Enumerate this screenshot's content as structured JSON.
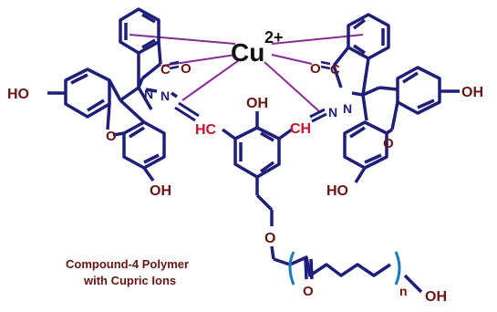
{
  "metal": {
    "symbol": "Cu",
    "charge": "2+"
  },
  "caption": {
    "line1": "Compound-4 Polymer",
    "line2": "with Cupric Ions"
  },
  "left_rhodamine": {
    "carbonyl_c": "C",
    "carbonyl_o": "O",
    "n1": "N",
    "n2": "N",
    "ring_o": "O",
    "oh_left": "HO",
    "oh_bottom": "OH"
  },
  "right_rhodamine": {
    "carbonyl_o": "O",
    "carbonyl_c": "C",
    "n1": "N",
    "n2": "N",
    "ring_o": "O",
    "oh_right": "OH",
    "oh_bottom": "HO"
  },
  "linker": {
    "hc_left": "HC",
    "ch_right": "CH",
    "phenol_oh": "OH",
    "ether_o": "O",
    "carbonyl_o": "O",
    "repeat_n": "n",
    "terminal_oh": "OH"
  },
  "colors": {
    "bond": "#1f1f7a",
    "atom_n": "#1f1f7a",
    "atom_text": "#6b1414",
    "coordination": "#8a2a9a",
    "imine": "#c8102e",
    "bracket": "#1a78c2",
    "caption": "#6b1414"
  }
}
